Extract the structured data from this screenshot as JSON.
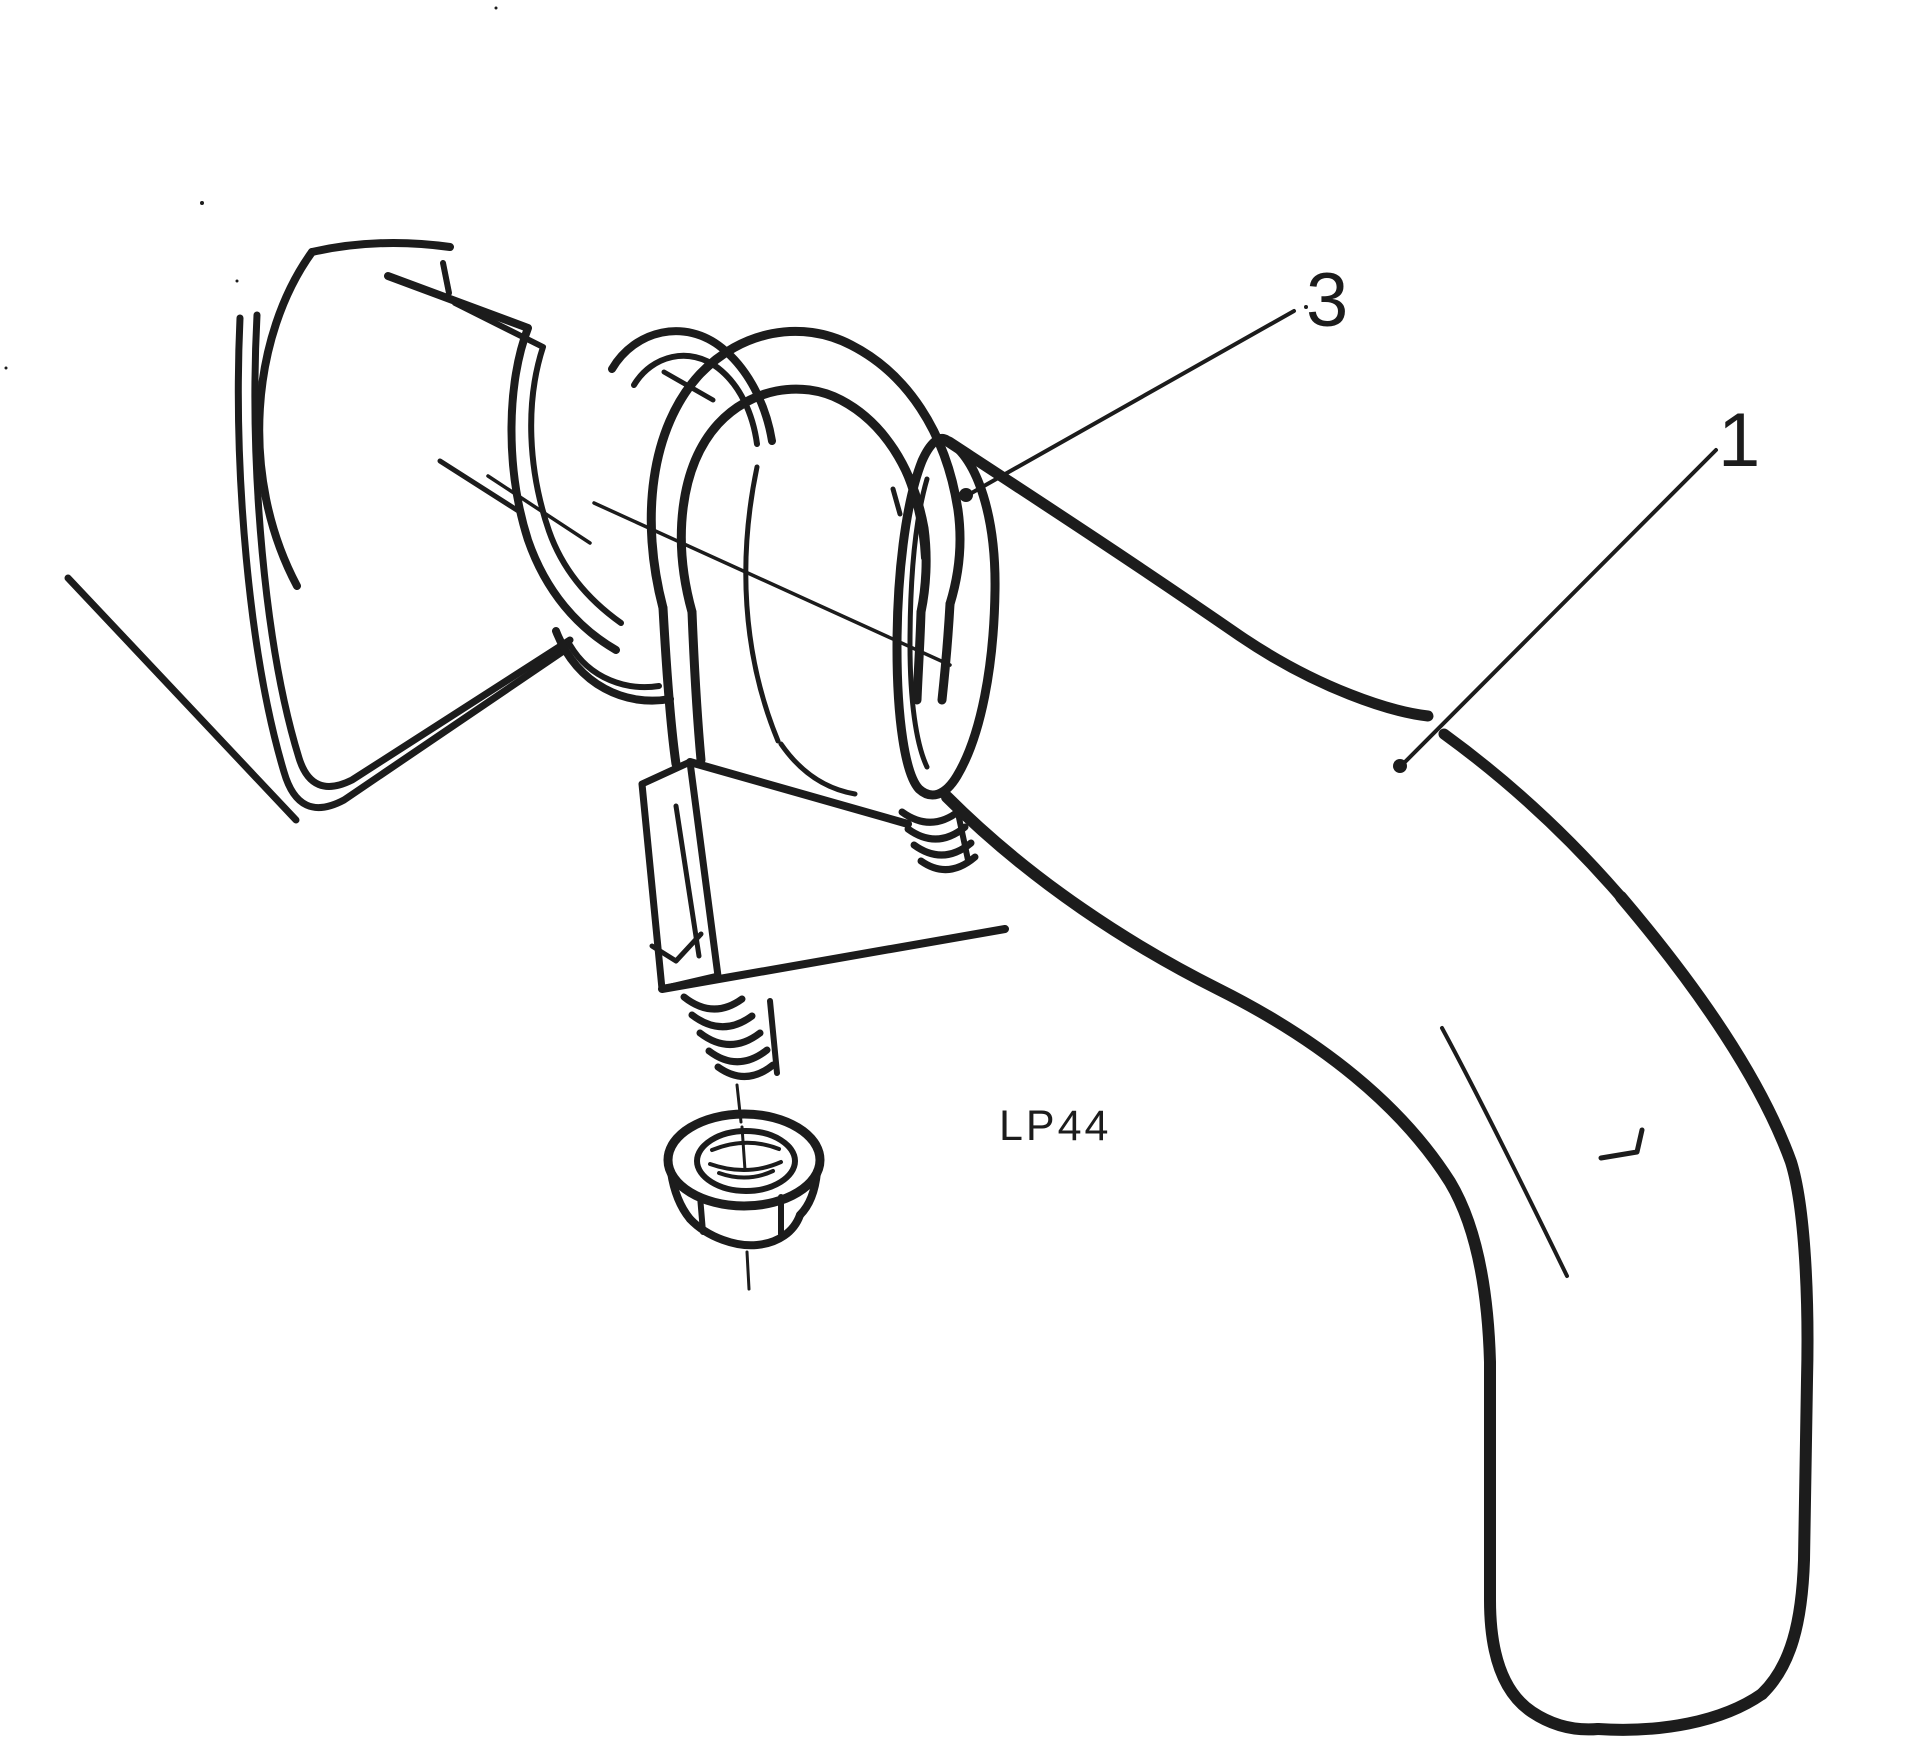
{
  "figure": {
    "type": "exploded-parts-line-drawing",
    "background_color": "#ffffff",
    "ink_color": "#1c1c1c",
    "code_label": "LP44",
    "callouts": [
      {
        "number": "3"
      },
      {
        "number": "1"
      }
    ]
  }
}
